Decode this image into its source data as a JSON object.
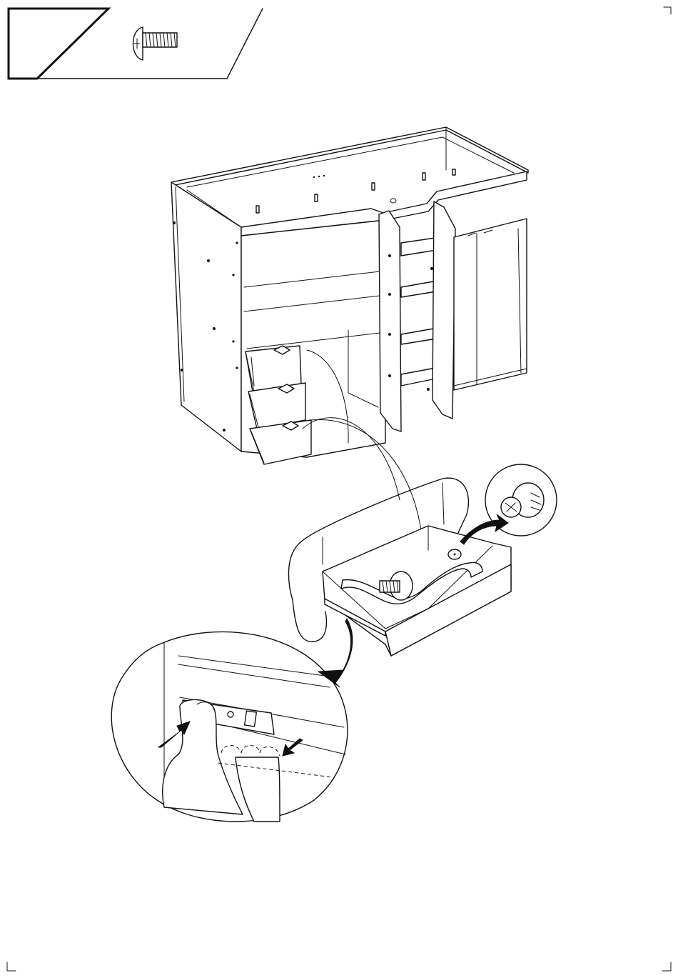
{
  "diagram": {
    "kind": "assembly-instruction",
    "colors": {
      "line": "#111111",
      "paper": "#ffffff"
    },
    "step_header": {
      "step_number": "",
      "part_icon": "screw-icon",
      "part_quantity": ""
    },
    "illustrations": [
      {
        "name": "cabin-bed-overview",
        "icon": "cabin-bed-icon"
      },
      {
        "name": "drawer-detail",
        "icon": "drawer-icon"
      },
      {
        "name": "screw-detail-callout",
        "icon": "screw-icon"
      },
      {
        "name": "runner-release-callout",
        "icon": "hand-icon"
      }
    ]
  }
}
